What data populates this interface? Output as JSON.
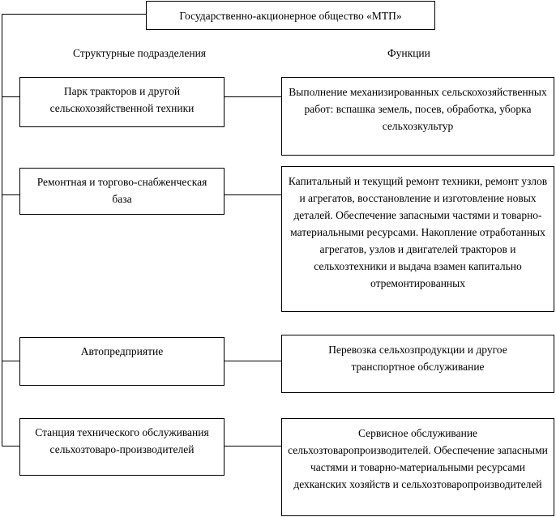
{
  "root": "Государственно-акционерное общество «МТП»",
  "headers": {
    "units": "Структурные подразделения",
    "functions": "Функции"
  },
  "units": [
    {
      "name": "Парк тракторов и другой сельскохозяйственной техники",
      "function": "Выполнение механизированных сельскохозяйственных работ: вспашка земель, посев, обработка, уборка сельхозкультур"
    },
    {
      "name": "Ремонтная и торгово-снабженческая база",
      "function": "Капитальный и текущий ремонт техники, ремонт узлов и агрегатов, восстановление и изготовление новых деталей. Обеспечение запасными частями и товарно-материальными ресурсами. Накопление отработанных агрегатов, узлов и двигателей тракторов и сельхозтехники и выдача взамен капитально отремонтированных"
    },
    {
      "name": "Автопредприятие",
      "function": "Перевозка сельхозпродукции и другое транспортное обслуживание"
    },
    {
      "name": "Станция технического обслуживания сельхозтоваро-производителей",
      "function": "Сервисное обслуживание сельхозтоваропроизводителей. Обеспечение запасными частями и товарно-материальными ресурсами дехканских хозяйств и сельхозтоваропроизводителей"
    }
  ]
}
